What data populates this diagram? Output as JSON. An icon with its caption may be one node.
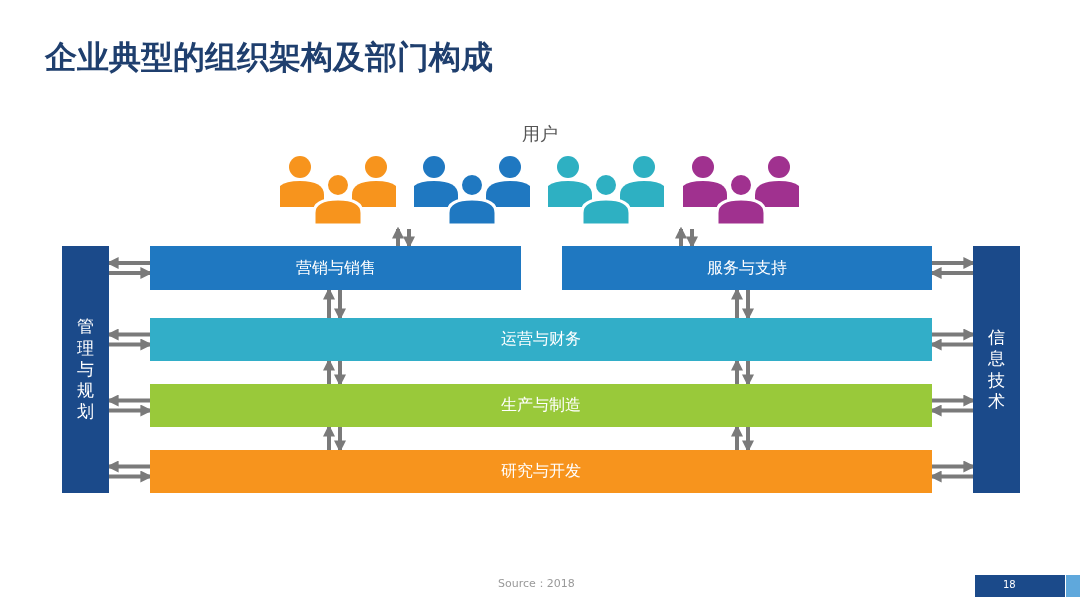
{
  "diagram": {
    "title": "企业典型的组织架构及部门构成",
    "nodes": [
      {
        "text": [],
        "shape": "person"
      },
      {
        "text": [],
        "shape": "person"
      },
      {
        "text": [],
        "shape": "person"
      },
      {
        "text": [],
        "shape": "person"
      },
      {
        "text": [
          "管理与规划"
        ]
      },
      {
        "text": [
          "营销与销售"
        ]
      },
      {
        "text": [
          "服务与支持"
        ]
      },
      {
        "text": [
          "运营与财务"
        ]
      },
      {
        "text": [
          "生产与制造"
        ]
      },
      {
        "text": [
          "研究与开发"
        ]
      },
      {
        "text": [
          "信息技术"
        ]
      }
    ],
    "edges": [
      {
        "from": 5,
        "to": 0,
        "arrow": "to"
      },
      {
        "from": 0,
        "to": 5,
        "arrow": "to"
      },
      {
        "from": 6,
        "to": 3,
        "arrow": "to"
      },
      {
        "from": 3,
        "to": 6,
        "arrow": "to"
      },
      {
        "from": 7,
        "to": 5,
        "arrow": "to"
      },
      {
        "from": 5,
        "to": 7,
        "arrow": "to"
      },
      {
        "from": 7,
        "to": 6,
        "arrow": "to"
      },
      {
        "from": 6,
        "to": 7,
        "arrow": "to"
      },
      {
        "from": 8,
        "to": 7,
        "arrow": "to"
      },
      {
        "from": 7,
        "to": 8,
        "arrow": "to"
      },
      {
        "from": 8,
        "to": 7,
        "arrow": "to"
      },
      {
        "from": 7,
        "to": 8,
        "arrow": "to"
      },
      {
        "from": 9,
        "to": 8,
        "arrow": "to"
      },
      {
        "from": 8,
        "to": 9,
        "arrow": "to"
      },
      {
        "from": 9,
        "to": 8,
        "arrow": "to"
      },
      {
        "from": 8,
        "to": 9,
        "arrow": "to"
      },
      {
        "from": 5,
        "to": 4,
        "arrow": "to"
      },
      {
        "from": 4,
        "to": 5,
        "arrow": "to"
      },
      {
        "from": 7,
        "to": 4,
        "arrow": "to"
      },
      {
        "from": 4,
        "to": 7,
        "arrow": "to"
      },
      {
        "from": 8,
        "to": 4,
        "arrow": "to"
      },
      {
        "from": 4,
        "to": 8,
        "arrow": "to"
      },
      {
        "from": 9,
        "to": 4,
        "arrow": "to"
      },
      {
        "from": 4,
        "to": 9,
        "arrow": "to"
      },
      {
        "from": 6,
        "to": 10,
        "arrow": "to"
      },
      {
        "from": 10,
        "to": 6,
        "arrow": "to"
      },
      {
        "from": 7,
        "to": 10,
        "arrow": "to"
      },
      {
        "from": 10,
        "to": 7,
        "arrow": "to"
      },
      {
        "from": 8,
        "to": 10,
        "arrow": "to"
      },
      {
        "from": 10,
        "to": 8,
        "arrow": "to"
      },
      {
        "from": 9,
        "to": 10,
        "arrow": "to"
      },
      {
        "from": 10,
        "to": 9,
        "arrow": "to"
      }
    ],
    "labels": [
      "用户",
      "Source：2018",
      "18"
    ]
  }
}
